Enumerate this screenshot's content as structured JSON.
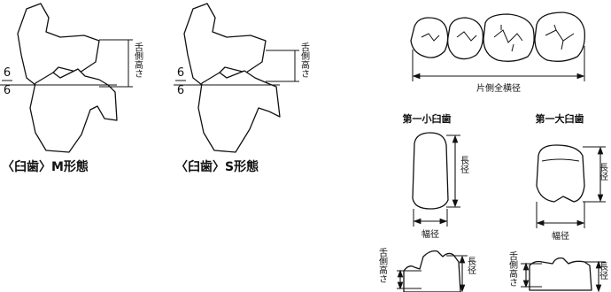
{
  "left_panel": {
    "m_form": {
      "fraction_top": "6",
      "fraction_bottom": "6",
      "height_label": "舌側高さ",
      "caption": "〈臼歯〉M形態"
    },
    "s_form": {
      "fraction_top": "6",
      "fraction_bottom": "6",
      "height_label": "舌側高さ",
      "caption": "〈臼歯〉S形態"
    }
  },
  "right_panel": {
    "arch": {
      "width_label": "片側全横径"
    },
    "first_premolar": {
      "title": "第一小臼歯",
      "length_label": "長径",
      "width_label": "幅径",
      "height_label": "舌側高さ",
      "side_length_label": "長径"
    },
    "first_molar": {
      "title": "第一大臼歯",
      "length_label": "長径",
      "width_label": "幅径",
      "height_label": "舌側高さ",
      "side_length_label": "長径"
    }
  }
}
